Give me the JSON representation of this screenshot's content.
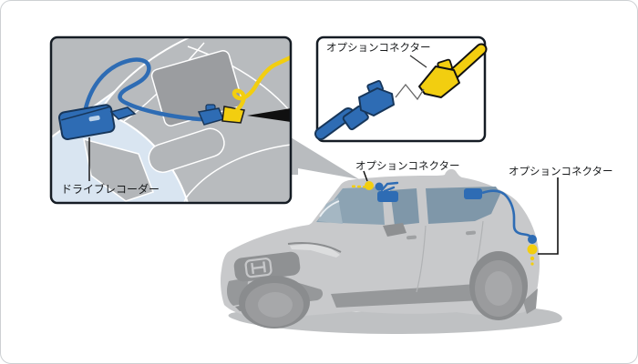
{
  "interior_inset": {
    "label": "ドライブレコーダー"
  },
  "connector_detail_inset": {
    "label": "オプションコネクター"
  },
  "car_annotations": {
    "front_roof_connector_label": "オプションコネクター",
    "rear_quarter_connector_label": "オプションコネクター"
  },
  "icons": {
    "honda_logo": "h-emblem",
    "drive_recorder_unit": "blue-camera-box",
    "front_option_connector_marker": "yellow-dot",
    "rear_option_connector_marker": "yellow-dot"
  },
  "colors": {
    "accent_blue": "#2e6cb4",
    "accent_blue_dark": "#17365a",
    "accent_yellow": "#f2ce10",
    "car_body_gray": "#c8c9cb",
    "detail_gray": "#96989a",
    "glass_blue_gray": "#8ca3b3",
    "inset_glass_blue": "#d9e5f1",
    "headliner_gray": "#b8bbbe",
    "shadow_gray": "#bfc1c3",
    "outline_black": "#111111",
    "page_border": "#cdd0d3"
  }
}
